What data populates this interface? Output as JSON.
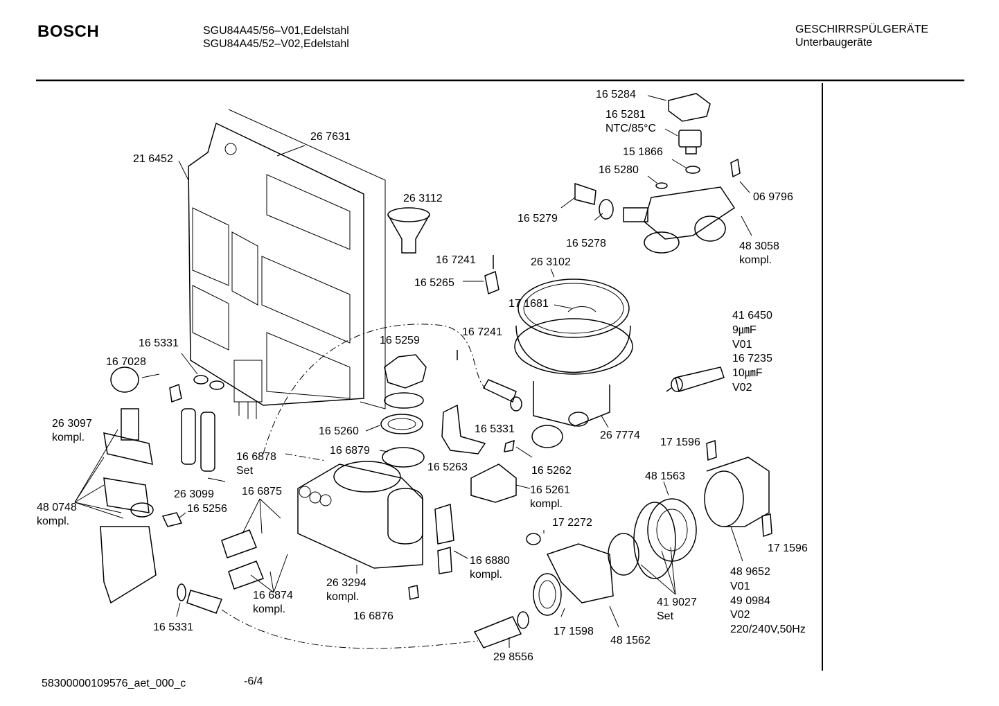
{
  "header": {
    "brand": "BOSCH",
    "model_line_1": "SGU84A45/56–V01,Edelstahl",
    "model_line_2": "SGU84A45/52–V02,Edelstahl",
    "category": "GESCHIRRSPÜLGERÄTE",
    "subcategory": "Unterbaugeräte"
  },
  "footer": {
    "document_id": "58300000109576_aet_000_c",
    "page": "-6/4"
  },
  "labels": {
    "p165284": "16 5284",
    "p165281": "16 5281\nNTC/85°C",
    "p151866": "15 1866",
    "p165280": "16 5280",
    "p069796": "06 9796",
    "p165279": "16 5279",
    "p165278": "16 5278",
    "p483058": "48 3058\nkompl.",
    "p267631": "26 7631",
    "p216452": "21 6452",
    "p263112": "26 3112",
    "p167241a": "16 7241",
    "p263102": "26 3102",
    "p165265": "16 5265",
    "p171681": "17 1681",
    "p416450": "41 6450\n9㎛F\nV01\n16 7235\n10㎛F\nV02",
    "p165331a": "16 5331",
    "p167028": "16 7028",
    "p165259": "16 5259",
    "p167241b": "16 7241",
    "p263097": "26 3097\nkompl.",
    "p165331b": "16 5331",
    "p165260": "16 5260",
    "p166879": "16 6879",
    "p267774": "26 7774",
    "p171596a": "17 1596",
    "p166878": "16 6878\nSet",
    "p165263": "16 5263",
    "p165262": "16 5262",
    "p481563": "48 1563",
    "p263099": "26 3099",
    "p166875": "16 6875",
    "p165261": "16 5261\nkompl.",
    "p480748": "48 0748\nkompl.",
    "p165256": "16 5256",
    "p172272": "17 2272",
    "p171596b": "17 1596",
    "p166880": "16 6880\nkompl.",
    "p489652": "48 9652\nV01\n49 0984\nV02\n220/240V,50Hz",
    "p263294": "26 3294\nkompl.",
    "p166874": "16 6874\nkompl.",
    "p419027": "41 9027\nSet",
    "p166876": "16 6876",
    "p165331c": "16 5331",
    "p171598": "17 1598",
    "p481562": "48 1562",
    "p298556": "29 8556"
  }
}
